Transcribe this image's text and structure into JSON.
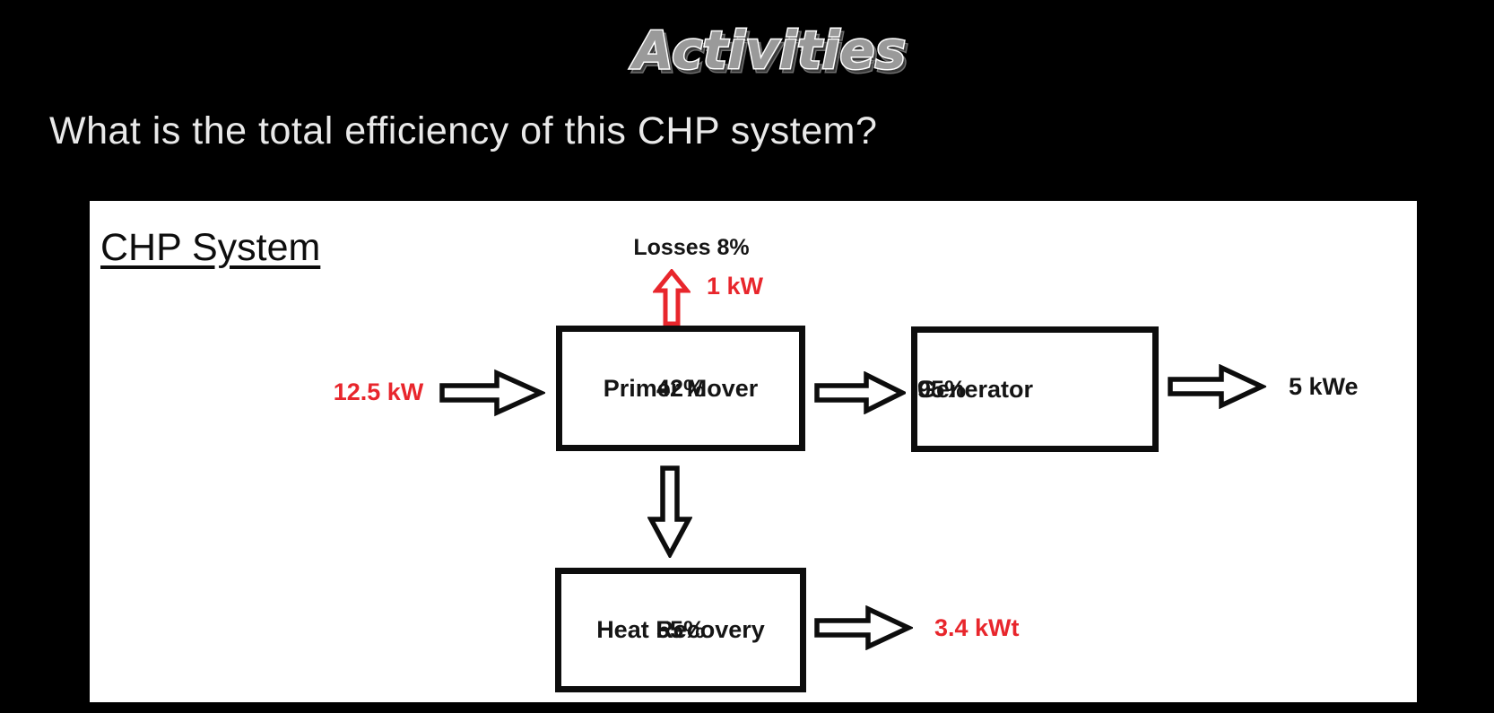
{
  "page": {
    "title": "Activities",
    "question": "What is the total efficiency of this CHP system?"
  },
  "diagram": {
    "heading": "CHP System",
    "losses": {
      "label": "Losses 8%",
      "value": "1 kW"
    },
    "input": {
      "value": "12.5 kW"
    },
    "primer_mover": {
      "label": "Primer Mover",
      "efficiency": "42%"
    },
    "generator": {
      "label": "Generator",
      "efficiency": "95%"
    },
    "heat_recovery": {
      "label": "Heat Recovery",
      "efficiency": "55%"
    },
    "output_electrical": {
      "value": "5 kWe"
    },
    "output_thermal": {
      "value": "3.4 kWt"
    },
    "colors": {
      "accent_red": "#e8262c",
      "ink": "#0d0d0d",
      "panel_bg": "#ffffff",
      "page_bg": "#000000",
      "title_gray": "#9a9a9a",
      "question_gray": "#e9e9e9"
    }
  }
}
